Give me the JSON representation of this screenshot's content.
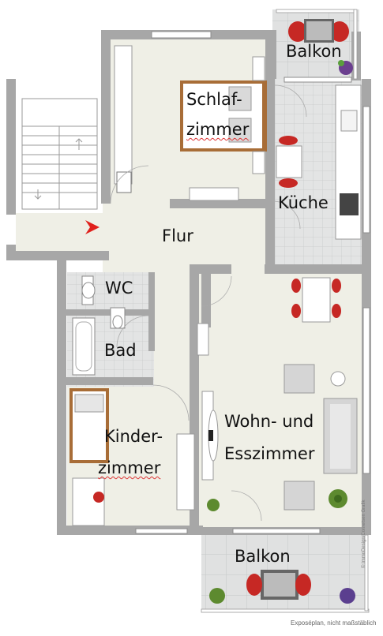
{
  "rooms": {
    "balkon_top": "Balkon",
    "schlafzimmer_1": "Schlaf-",
    "schlafzimmer_2": "zimmer",
    "kueche": "Küche",
    "flur": "Flur",
    "wc": "WC",
    "bad": "Bad",
    "kinderzimmer_1": "Kinder-",
    "kinderzimmer_2": "zimmer",
    "wohn_1": "Wohn- und",
    "wohn_2": "Esszimmer",
    "balkon_bottom": "Balkon"
  },
  "footer": {
    "note": "Exposéplan, nicht maßstäblich",
    "credit": "© ImmoDesign/Cornelsen Grafik"
  },
  "colors": {
    "wall": "#a7a7a7",
    "floor": "#efefe6",
    "tile": "#dfe1e1",
    "entry_arrow": "#e0201c",
    "furniture": "#ffffff",
    "bed_frame": "#a86d37",
    "chair_red": "#c62824"
  }
}
